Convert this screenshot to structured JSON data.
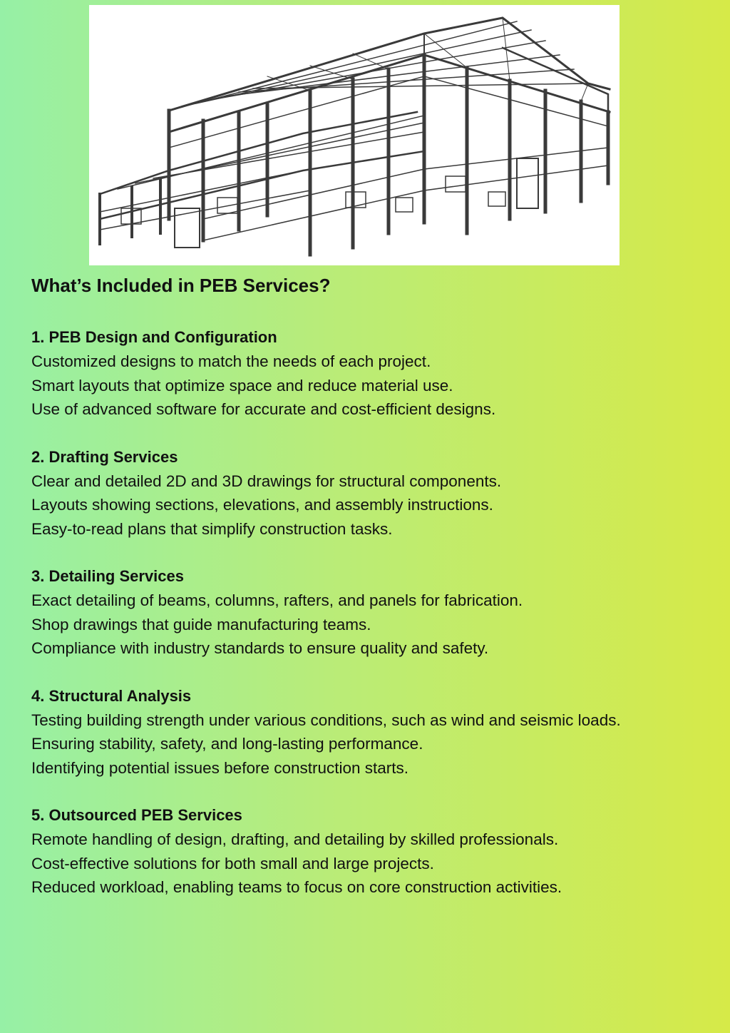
{
  "title": "What’s Included in PEB Services?",
  "sections": [
    {
      "heading": "1. PEB Design and Configuration",
      "lines": [
        "Customized designs to match the needs of each project.",
        "Smart layouts that optimize space and reduce material use.",
        "Use of advanced software for accurate and cost-efficient designs."
      ]
    },
    {
      "heading": "2. Drafting Services",
      "lines": [
        "Clear and detailed 2D and 3D drawings for structural components.",
        "Layouts showing sections, elevations, and assembly instructions.",
        "Easy-to-read plans that simplify construction tasks."
      ]
    },
    {
      "heading": "3. Detailing Services",
      "lines": [
        "Exact detailing of beams, columns, rafters, and panels for fabrication.",
        "Shop drawings that guide manufacturing teams.",
        "Compliance with industry standards to ensure quality and safety."
      ]
    },
    {
      "heading": "4. Structural Analysis",
      "lines": [
        "Testing building strength under various conditions, such as wind and seismic loads.",
        "Ensuring stability, safety, and long-lasting performance.",
        "Identifying potential issues before construction starts."
      ]
    },
    {
      "heading": "5. Outsourced PEB Services",
      "lines": [
        "Remote handling of design, drafting, and detailing by skilled professionals.",
        "Cost-effective solutions for both small and large projects.",
        "Reduced workload, enabling teams to focus on core construction activities."
      ]
    }
  ]
}
